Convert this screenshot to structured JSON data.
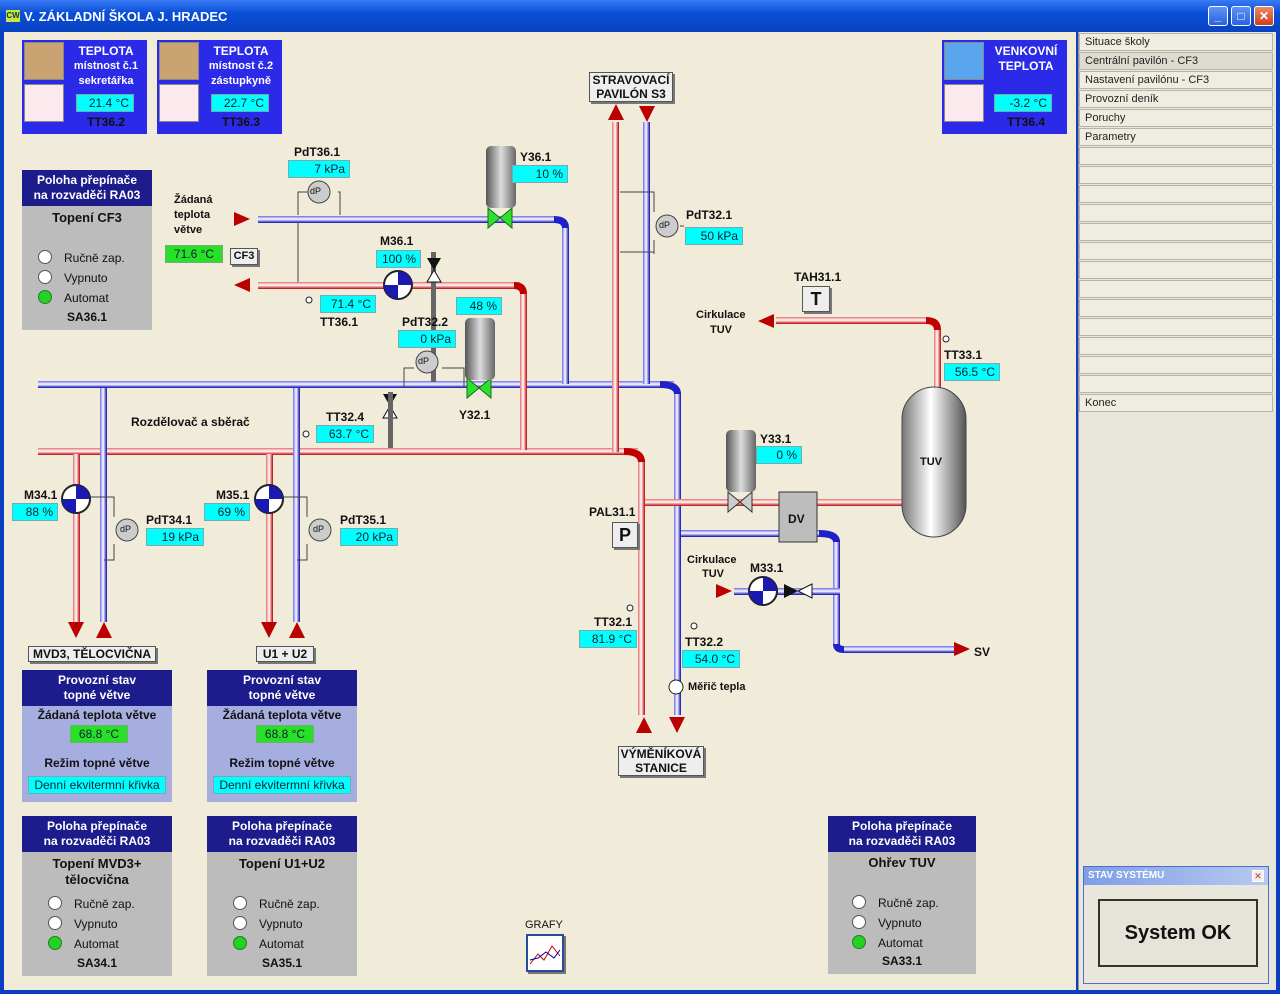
{
  "window": {
    "title": "V. ZÁKLADNÍ ŠKOLA J. HRADEC",
    "app_icon": "CW"
  },
  "sidebar": {
    "items": [
      "Situace školy",
      "Centrální pavilón - CF3",
      "Nastavení pavilónu - CF3",
      "Provozní deník",
      "Poruchy",
      "Parametry",
      "",
      "",
      "",
      "",
      "",
      "",
      "",
      "",
      "",
      "",
      "",
      "",
      "",
      "Konec"
    ]
  },
  "status": {
    "header": "STAV SYSTÉMU",
    "text": "System OK"
  },
  "temps": {
    "room1": {
      "title1": "TEPLOTA",
      "title2": "místnost č.1",
      "title3": "sekretářka",
      "value": "21.4 °C",
      "id": "TT36.2"
    },
    "room2": {
      "title1": "TEPLOTA",
      "title2": "místnost č.2",
      "title3": "zástupkyně",
      "value": "22.7 °C",
      "id": "TT36.3"
    },
    "outside": {
      "title1": "VENKOVNÍ",
      "title2": "TEPLOTA",
      "value": "-3.2 °C",
      "id": "TT36.4"
    }
  },
  "switch_cf3": {
    "hdr1": "Poloha přepínače",
    "hdr2": "na rozvaděči RA03",
    "title": "Topení CF3",
    "opt1": "Ručně zap.",
    "opt2": "Vypnuto",
    "opt3": "Automat",
    "id": "SA36.1"
  },
  "switch_mvd": {
    "hdr1": "Poloha přepínače",
    "hdr2": "na rozvaděči RA03",
    "title1": "Topení MVD3+",
    "title2": "tělocvična",
    "opt1": "Ručně zap.",
    "opt2": "Vypnuto",
    "opt3": "Automat",
    "id": "SA34.1"
  },
  "switch_u": {
    "hdr1": "Poloha přepínače",
    "hdr2": "na rozvaděči RA03",
    "title": "Topení U1+U2",
    "opt1": "Ručně zap.",
    "opt2": "Vypnuto",
    "opt3": "Automat",
    "id": "SA35.1"
  },
  "switch_tuv": {
    "hdr1": "Poloha přepínače",
    "hdr2": "na rozvaděči RA03",
    "title": "Ohřev TUV",
    "opt1": "Ručně zap.",
    "opt2": "Vypnuto",
    "opt3": "Automat",
    "id": "SA33.1"
  },
  "branch_mvd": {
    "hdr1": "Provozní stav",
    "hdr2": "topné větve",
    "set_label": "Žádaná teplota větve",
    "set_value": "68.8 °C",
    "mode_label": "Režim topné větve",
    "mode_value": "Denní ekvitermní křivka"
  },
  "branch_u": {
    "hdr1": "Provozní stav",
    "hdr2": "topné větve",
    "set_label": "Žádaná teplota větve",
    "set_value": "68.8 °C",
    "mode_label": "Režim topné větve",
    "mode_value": "Denní ekvitermní křivka"
  },
  "cf3": {
    "req1": "Žádaná",
    "req2": "teplota",
    "req3": "větve",
    "req_value": "71.6 °C",
    "tag": "CF3"
  },
  "sensors": {
    "pdt361": {
      "id": "PdT36.1",
      "value": "7 kPa"
    },
    "y361": {
      "id": "Y36.1",
      "value": "10 %"
    },
    "m361": {
      "id": "M36.1",
      "value": "100 %"
    },
    "tt361": {
      "id": "TT36.1",
      "value": "71.4 °C"
    },
    "y321pct": {
      "value": "48 %"
    },
    "pdt322": {
      "id": "PdT32.2",
      "value": "0 kPa"
    },
    "y321": {
      "id": "Y32.1"
    },
    "tt324": {
      "id": "TT32.4",
      "value": "63.7 °C"
    },
    "pdt321": {
      "id": "PdT32.1",
      "value": "50 kPa"
    },
    "m341": {
      "id": "M34.1",
      "value": "88 %"
    },
    "pdt341": {
      "id": "PdT34.1",
      "value": "19 kPa"
    },
    "m351": {
      "id": "M35.1",
      "value": "69 %"
    },
    "pdt351": {
      "id": "PdT35.1",
      "value": "20 kPa"
    },
    "tah311": {
      "id": "TAH31.1"
    },
    "tt331": {
      "id": "TT33.1",
      "value": "56.5 °C"
    },
    "y331": {
      "id": "Y33.1",
      "value": "0 %"
    },
    "pal311": {
      "id": "PAL31.1"
    },
    "m331": {
      "id": "M33.1"
    },
    "tt321": {
      "id": "TT32.1",
      "value": "81.9 °C"
    },
    "tt322": {
      "id": "TT32.2",
      "value": "54.0 °C"
    }
  },
  "labels": {
    "distributor": "Rozdělovač a sběrač",
    "circ1": "Cirkulace",
    "circ1b": "TUV",
    "circ2": "Cirkulace",
    "circ2b": "TUV",
    "sv": "SV",
    "meter": "Měřič tepla",
    "tuv": "TUV",
    "dv": "DV",
    "dp": "dP",
    "grafy": "GRAFY"
  },
  "tags": {
    "stravovaci1": "STRAVOVACÍ",
    "stravovaci2": "PAVILÓN S3",
    "vymenik1": "VÝMĚNÍKOVÁ",
    "vymenik2": "STANICE",
    "mvd": "MVD3, TĚLOCVIČNA",
    "u12": "U1 + U2"
  },
  "colors": {
    "supply": "#cc0000",
    "return": "#1010c0",
    "panel_blue": "#1c1c8c",
    "value_cyan": "#00ffff",
    "value_green": "#28e028"
  }
}
